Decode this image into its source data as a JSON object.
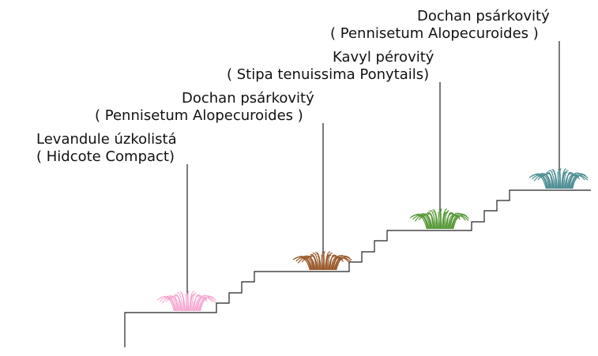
{
  "plants": [
    {
      "name_line1": "Levandule úzkolistá",
      "name_line2": "( Hidcote Compact)",
      "color": "#f4a6cf",
      "icon": "lavender-tuft-icon"
    },
    {
      "name_line1": "Dochan psárkovitý",
      "name_line2": "( Pennisetum Alopecuroides )",
      "color": "#9a5a2c",
      "icon": "grass-tuft-icon"
    },
    {
      "name_line1": "Kavyl pérovitý",
      "name_line2": "( Stipa tenuissima Ponytails)",
      "color": "#5a9a3a",
      "icon": "grass-tuft-icon"
    },
    {
      "name_line1": "Dochan psárkovitý",
      "name_line2": "( Pennisetum Alopecuroides )",
      "color": "#4f8f94",
      "icon": "grass-tuft-icon"
    }
  ]
}
